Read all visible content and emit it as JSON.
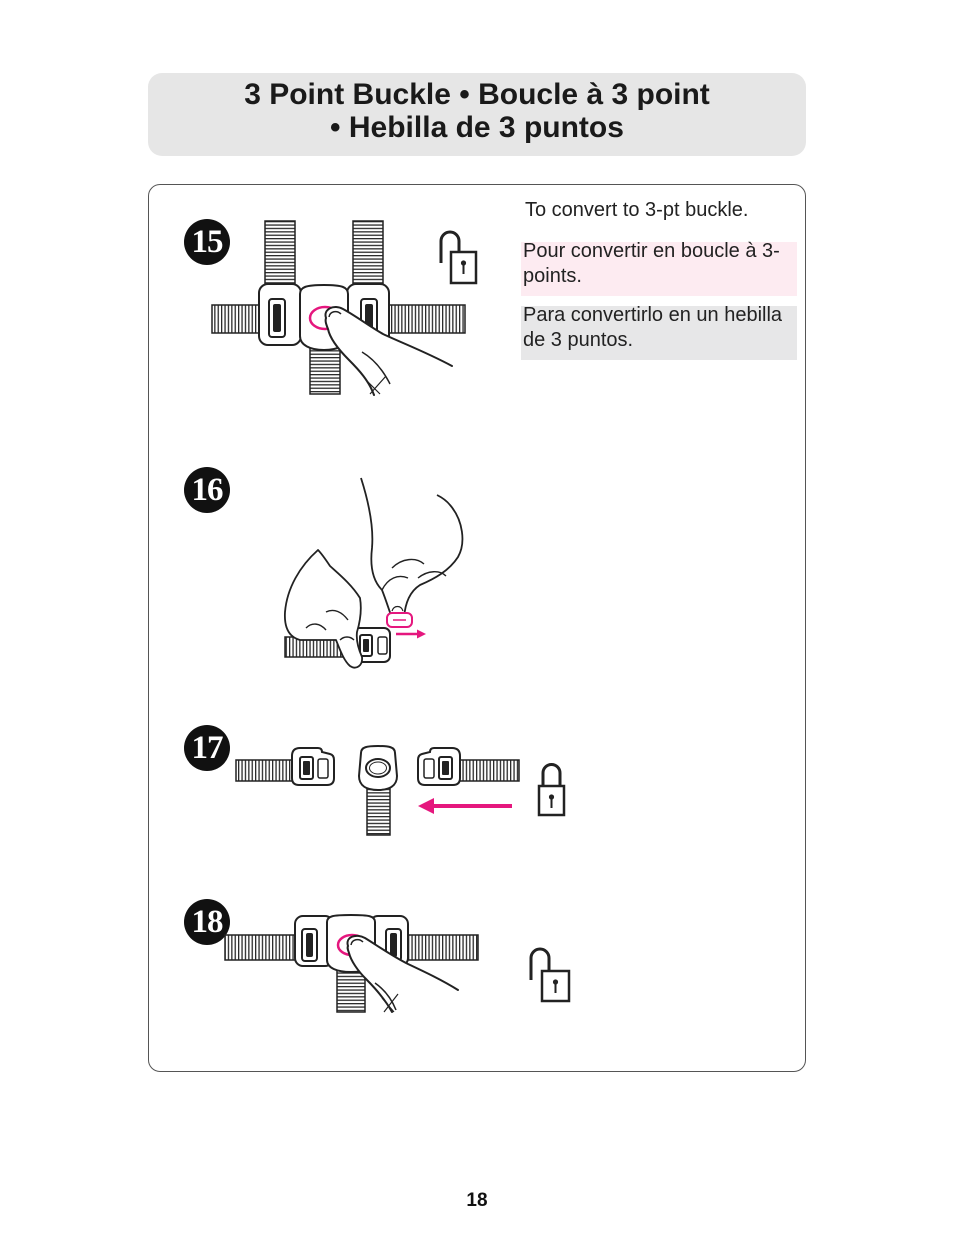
{
  "header": {
    "title_line1": "3 Point Buckle • Boucle à 3 point",
    "title_line2": "• Hebilla de 3 puntos"
  },
  "instructions": {
    "english": "To convert to 3-pt buckle.",
    "french": "Pour convertir en boucle à 3-points.",
    "spanish": "Para convertirlo en un hebilla de 3 puntos."
  },
  "steps": [
    {
      "number": "15",
      "lock_icon": "unlocked-padlock-icon"
    },
    {
      "number": "16"
    },
    {
      "number": "17",
      "lock_icon": "locked-padlock-icon"
    },
    {
      "number": "18",
      "lock_icon": "unlocked-padlock-icon"
    }
  ],
  "colors": {
    "accent": "#e5177e",
    "french_highlight": "#fdebf1",
    "spanish_highlight": "#e7e7e8",
    "title_background": "#e6e6e6"
  },
  "page_number": "18"
}
